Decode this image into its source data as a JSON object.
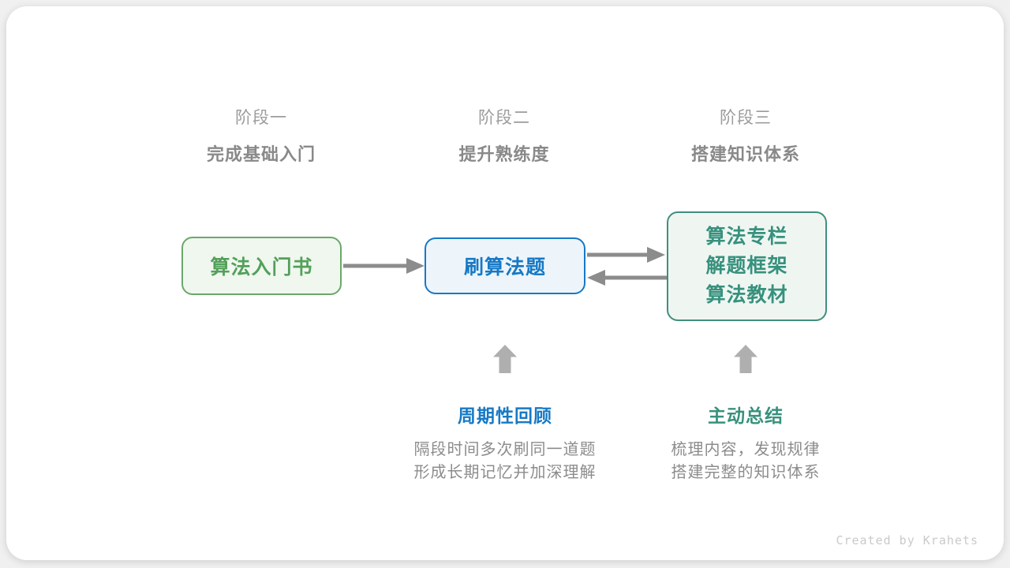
{
  "stages": [
    {
      "label": "阶段一",
      "subtitle": "完成基础入门"
    },
    {
      "label": "阶段二",
      "subtitle": "提升熟练度"
    },
    {
      "label": "阶段三",
      "subtitle": "搭建知识体系"
    }
  ],
  "boxes": [
    {
      "title": "算法入门书",
      "border_color": "#6BA86B",
      "fill_color": "#F0F7EF",
      "text_color": "#53A05A"
    },
    {
      "title": "刷算法题",
      "border_color": "#1779C5",
      "fill_color": "#EDF5FB",
      "text_color": "#1779C5"
    },
    {
      "lines": [
        "算法专栏",
        "解题框架",
        "算法教材"
      ],
      "border_color": "#3F8F7D",
      "fill_color": "#EFF6F2",
      "text_color": "#37917D"
    }
  ],
  "arrows": {
    "box1_to_box2": "right-arrow",
    "box2_to_box3": "right-arrow",
    "box3_to_box2": "left-arrow",
    "review_up": "up-block-arrow",
    "summary_up": "up-block-arrow",
    "line_color": "#8C8C8C",
    "block_color": "#AFAFAF"
  },
  "callouts": [
    {
      "title": "周期性回顾",
      "title_color": "#1779C5",
      "desc_line1": "隔段时间多次刷同一道题",
      "desc_line2": "形成长期记忆并加深理解"
    },
    {
      "title": "主动总结",
      "title_color": "#37917D",
      "desc_line1": "梳理内容，发现规律",
      "desc_line2": "搭建完整的知识体系"
    }
  ],
  "credit": "Created by Krahets",
  "colors": {
    "page_background": "#F0F0F0",
    "card_background": "#FFFFFF",
    "stage_label": "#9C9C9C",
    "stage_subtitle": "#898989",
    "description_text": "#8C8C8C",
    "credit_text": "#CACACA"
  }
}
